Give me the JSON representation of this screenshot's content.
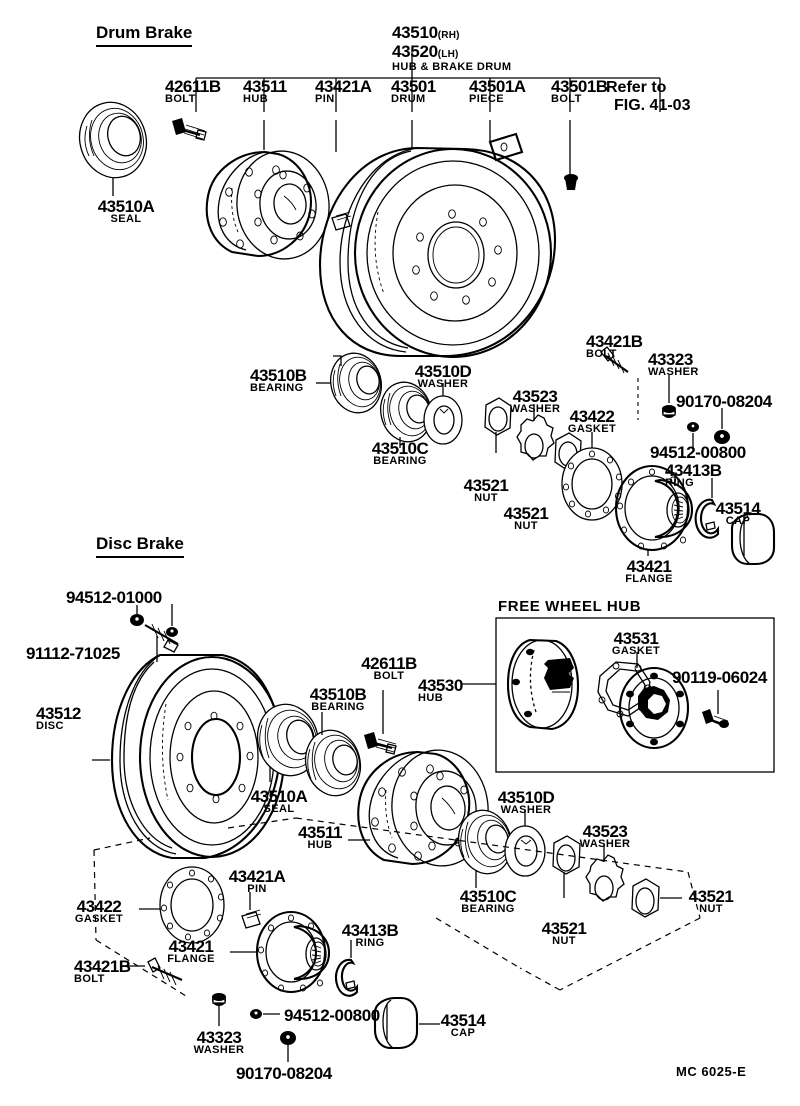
{
  "document": {
    "footer_code": "MC 6025-E",
    "refer_note_line1": "Refer to",
    "refer_note_line2": "FIG. 41-03"
  },
  "sections": {
    "drum_brake_title": "Drum Brake",
    "disc_brake_title": "Disc Brake",
    "free_wheel_hub_title": "FREE WHEEL HUB"
  },
  "assembly_header": {
    "number_rh": "43510",
    "side_rh": "(RH)",
    "number_lh": "43520",
    "side_lh": "(LH)",
    "description": "HUB & BRAKE DRUM"
  },
  "drum_brake_labels": [
    {
      "num": "42611B",
      "nm": "BOLT"
    },
    {
      "num": "43511",
      "nm": "HUB"
    },
    {
      "num": "43421A",
      "nm": "PIN"
    },
    {
      "num": "43501",
      "nm": "DRUM"
    },
    {
      "num": "43501A",
      "nm": "PIECE"
    },
    {
      "num": "43501B",
      "nm": "BOLT"
    },
    {
      "num": "43510A",
      "nm": "SEAL"
    },
    {
      "num": "43510B",
      "nm": "BEARING"
    },
    {
      "num": "43510C",
      "nm": "BEARING"
    },
    {
      "num": "43510D",
      "nm": "WASHER"
    },
    {
      "num": "43521",
      "nm": "NUT"
    },
    {
      "num": "43523",
      "nm": "WASHER"
    },
    {
      "num": "43521",
      "nm": "NUT"
    },
    {
      "num": "43422",
      "nm": "GASKET"
    },
    {
      "num": "43421B",
      "nm": "BOLT"
    },
    {
      "num": "43323",
      "nm": "WASHER"
    },
    {
      "num": "90170-08204",
      "nm": ""
    },
    {
      "num": "94512-00800",
      "nm": ""
    },
    {
      "num": "43413B",
      "nm": "RING"
    },
    {
      "num": "43421",
      "nm": "FLANGE"
    },
    {
      "num": "43514",
      "nm": "CAP"
    }
  ],
  "disc_brake_labels": [
    {
      "num": "94512-01000",
      "nm": ""
    },
    {
      "num": "91112-71025",
      "nm": ""
    },
    {
      "num": "43512",
      "nm": "DISC"
    },
    {
      "num": "43510A",
      "nm": "SEAL"
    },
    {
      "num": "43510B",
      "nm": "BEARING"
    },
    {
      "num": "42611B",
      "nm": "BOLT"
    },
    {
      "num": "43511",
      "nm": "HUB"
    },
    {
      "num": "43530",
      "nm": "HUB"
    },
    {
      "num": "43510C",
      "nm": "BEARING"
    },
    {
      "num": "43510D",
      "nm": "WASHER"
    },
    {
      "num": "43521",
      "nm": "NUT"
    },
    {
      "num": "43523",
      "nm": "WASHER"
    },
    {
      "num": "43521",
      "nm": "NUT"
    },
    {
      "num": "43422",
      "nm": "GASKET"
    },
    {
      "num": "43421A",
      "nm": "PIN"
    },
    {
      "num": "43421",
      "nm": "FLANGE"
    },
    {
      "num": "43421B",
      "nm": "BOLT"
    },
    {
      "num": "43413B",
      "nm": "RING"
    },
    {
      "num": "43323",
      "nm": "WASHER"
    },
    {
      "num": "94512-00800",
      "nm": ""
    },
    {
      "num": "90170-08204",
      "nm": ""
    },
    {
      "num": "43514",
      "nm": "CAP"
    }
  ],
  "free_wheel_hub_labels": [
    {
      "num": "43531",
      "nm": "GASKET"
    },
    {
      "num": "90119-06024",
      "nm": ""
    }
  ],
  "labels": {
    "d_42611B_num": "42611B",
    "d_42611B_nm": "BOLT",
    "d_43511_num": "43511",
    "d_43511_nm": "HUB",
    "d_43421A_num": "43421A",
    "d_43421A_nm": "PIN",
    "d_43501_num": "43501",
    "d_43501_nm": "DRUM",
    "d_43501A_num": "43501A",
    "d_43501A_nm": "PIECE",
    "d_43501B_num": "43501B",
    "d_43501B_nm": "BOLT",
    "d_43510A_num": "43510A",
    "d_43510A_nm": "SEAL",
    "d_43510B_num": "43510B",
    "d_43510B_nm": "BEARING",
    "d_43510C_num": "43510C",
    "d_43510C_nm": "BEARING",
    "d_43510D_num": "43510D",
    "d_43510D_nm": "WASHER",
    "d_43521a_num": "43521",
    "d_43521a_nm": "NUT",
    "d_43523_num": "43523",
    "d_43523_nm": "WASHER",
    "d_43521b_num": "43521",
    "d_43521b_nm": "NUT",
    "d_43422_num": "43422",
    "d_43422_nm": "GASKET",
    "d_43421B_num": "43421B",
    "d_43421B_nm": "BOLT",
    "d_43323_num": "43323",
    "d_43323_nm": "WASHER",
    "d_90170_num": "90170-08204",
    "d_94512_num": "94512-00800",
    "d_43413B_num": "43413B",
    "d_43413B_nm": "RING",
    "d_43421_num": "43421",
    "d_43421_nm": "FLANGE",
    "d_43514_num": "43514",
    "d_43514_nm": "CAP",
    "c_94512_num": "94512-01000",
    "c_91112_num": "91112-71025",
    "c_43512_num": "43512",
    "c_43512_nm": "DISC",
    "c_43510A_num": "43510A",
    "c_43510A_nm": "SEAL",
    "c_43510B_num": "43510B",
    "c_43510B_nm": "BEARING",
    "c_42611B_num": "42611B",
    "c_42611B_nm": "BOLT",
    "c_43511_num": "43511",
    "c_43511_nm": "HUB",
    "c_43530_num": "43530",
    "c_43530_nm": "HUB",
    "c_43510C_num": "43510C",
    "c_43510C_nm": "BEARING",
    "c_43510D_num": "43510D",
    "c_43510D_nm": "WASHER",
    "c_43521a_num": "43521",
    "c_43521a_nm": "NUT",
    "c_43523_num": "43523",
    "c_43523_nm": "WASHER",
    "c_43521b_num": "43521",
    "c_43521b_nm": "NUT",
    "c_43422_num": "43422",
    "c_43422_nm": "GASKET",
    "c_43421A_num": "43421A",
    "c_43421A_nm": "PIN",
    "c_43421_num": "43421",
    "c_43421_nm": "FLANGE",
    "c_43421B_num": "43421B",
    "c_43421B_nm": "BOLT",
    "c_43413B_num": "43413B",
    "c_43413B_nm": "RING",
    "c_43323_num": "43323",
    "c_43323_nm": "WASHER",
    "c_94512b_num": "94512-00800",
    "c_90170_num": "90170-08204",
    "c_43514_num": "43514",
    "c_43514_nm": "CAP",
    "f_43531_num": "43531",
    "f_43531_nm": "GASKET",
    "f_90119_num": "90119-06024"
  }
}
